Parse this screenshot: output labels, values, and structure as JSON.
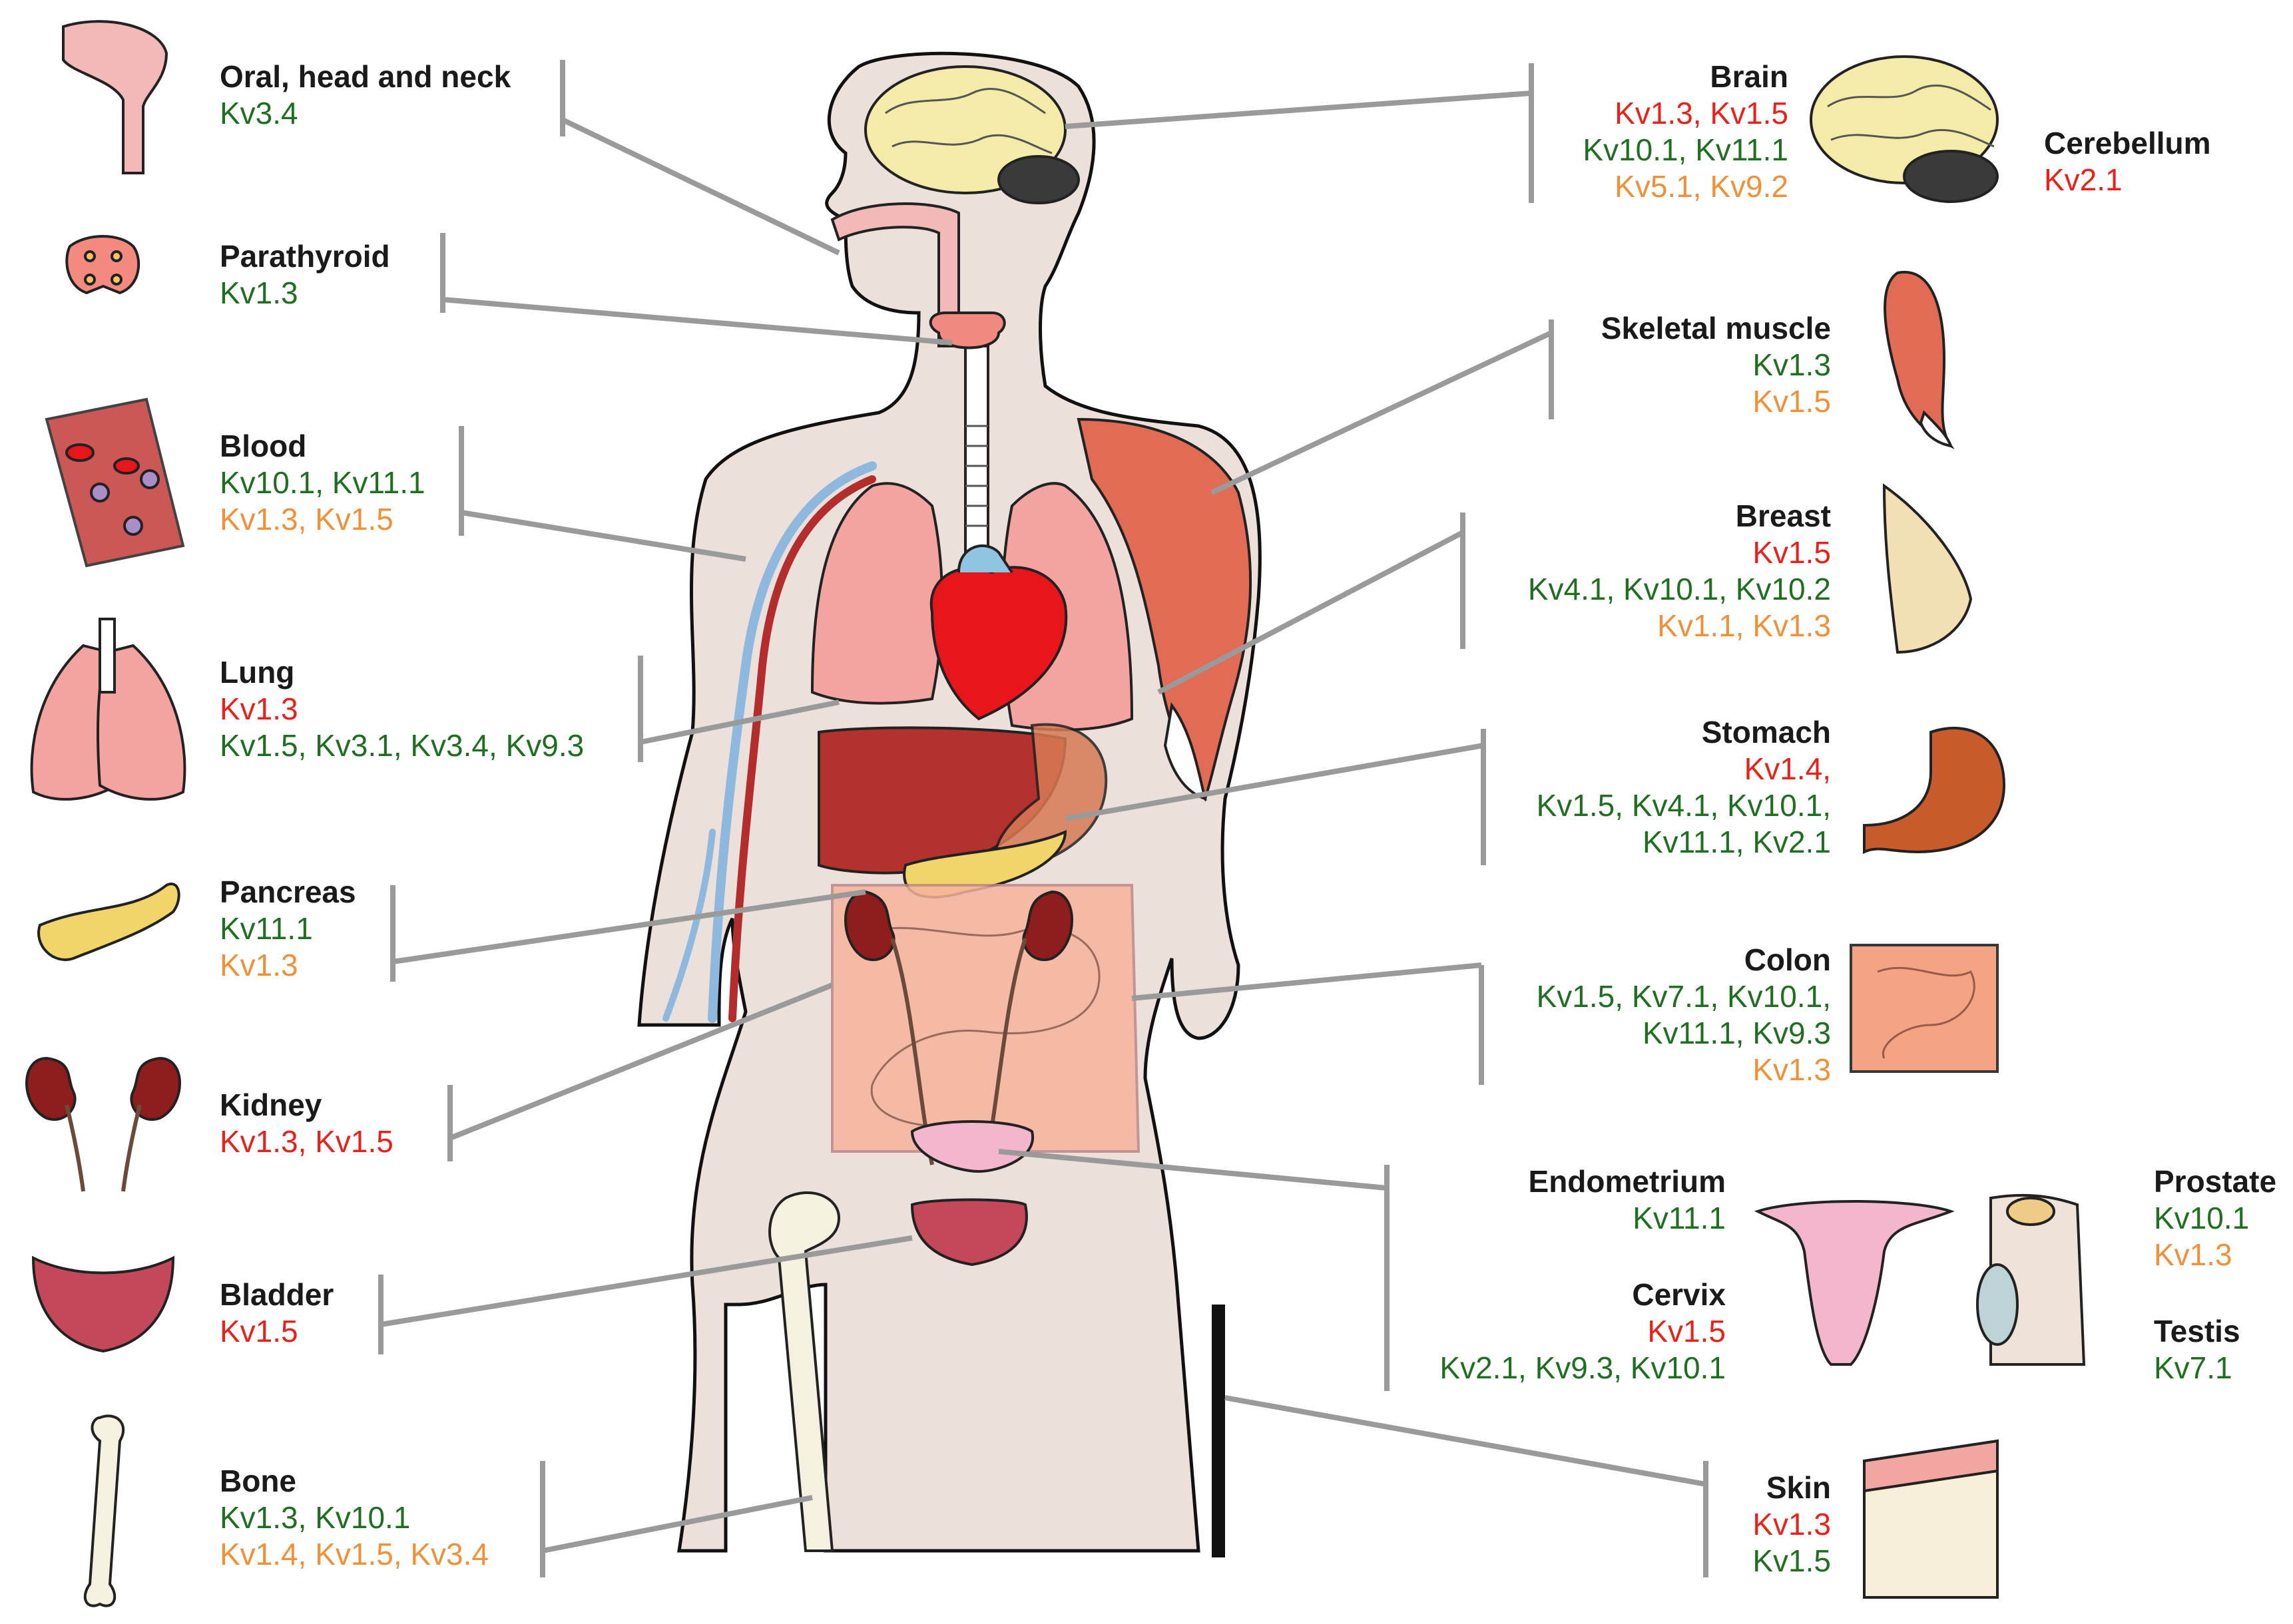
{
  "colors": {
    "red": "#e8221b",
    "green": "#1f6e22",
    "orange": "#f0913a",
    "connector": "#9a9a9a",
    "body": "#ebe0da"
  },
  "organs": {
    "oral": {
      "title": "Oral, head and neck",
      "green": "Kv3.4",
      "icon": "mouth-icon"
    },
    "parathyroid": {
      "title": "Parathyroid",
      "green": "Kv1.3",
      "icon": "parathyroid-icon"
    },
    "blood": {
      "title": "Blood",
      "green": "Kv10.1, Kv11.1",
      "orange": "Kv1.3, Kv1.5",
      "icon": "blood-smear-icon"
    },
    "lung": {
      "title": "Lung",
      "red": "Kv1.3",
      "green": "Kv1.5, Kv3.1, Kv3.4, Kv9.3",
      "icon": "lungs-icon"
    },
    "pancreas": {
      "title": "Pancreas",
      "green": "Kv11.1",
      "orange": "Kv1.3",
      "icon": "pancreas-icon"
    },
    "kidney": {
      "title": "Kidney",
      "red": "Kv1.3, Kv1.5",
      "icon": "kidneys-icon"
    },
    "bladder": {
      "title": "Bladder",
      "red": "Kv1.5",
      "icon": "bladder-icon"
    },
    "bone": {
      "title": "Bone",
      "green": "Kv1.3, Kv10.1",
      "orange": "Kv1.4, Kv1.5, Kv3.4",
      "icon": "femur-icon"
    },
    "brain": {
      "title": "Brain",
      "red": "Kv1.3, Kv1.5",
      "green": "Kv10.1, Kv11.1",
      "orange": "Kv5.1, Kv9.2",
      "icon": "brain-icon"
    },
    "cerebellum": {
      "title": "Cerebellum",
      "red": "Kv2.1"
    },
    "skeletal_muscle": {
      "title": "Skeletal muscle",
      "green": "Kv1.3",
      "orange": "Kv1.5",
      "icon": "muscle-icon"
    },
    "breast": {
      "title": "Breast",
      "red": "Kv1.5",
      "green": "Kv4.1, Kv10.1, Kv10.2",
      "orange": "Kv1.1, Kv1.3",
      "icon": "breast-icon"
    },
    "stomach": {
      "title": "Stomach",
      "red": "Kv1.4,",
      "green1": "Kv1.5, Kv4.1, Kv10.1,",
      "green2": "Kv11.1, Kv2.1",
      "icon": "stomach-icon"
    },
    "colon": {
      "title": "Colon",
      "green1": "Kv1.5, Kv7.1, Kv10.1,",
      "green2": "Kv11.1, Kv9.3",
      "orange": "Kv1.3",
      "icon": "intestine-icon"
    },
    "endometrium": {
      "title": "Endometrium",
      "green": "Kv11.1",
      "icon": "uterus-icon"
    },
    "cervix": {
      "title": "Cervix",
      "red": "Kv1.5",
      "green": "Kv2.1, Kv9.3, Kv10.1"
    },
    "prostate": {
      "title": "Prostate",
      "green": "Kv10.1",
      "orange": "Kv1.3",
      "icon": "prostate-icon"
    },
    "testis": {
      "title": "Testis",
      "green": "Kv7.1"
    },
    "skin": {
      "title": "Skin",
      "red": "Kv1.3",
      "green": "Kv1.5",
      "icon": "skin-icon"
    }
  }
}
